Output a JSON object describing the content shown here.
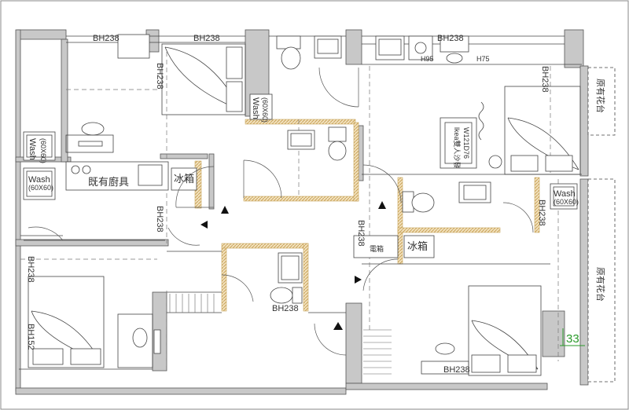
{
  "labels": {
    "bh238": "BH238",
    "bh152": "BH152",
    "h95": "H95",
    "h75": "H75",
    "wash": "Wash",
    "wash_size": "(60X60)",
    "fridge": "冰箱",
    "existing_kitchen": "既有廚具",
    "fridge_small": "電箱",
    "sofa": "lkea雙人沙發",
    "sofa_size": "W121D76",
    "window_planter": "原有花台",
    "dim_value": "33"
  },
  "colors": {
    "wall": "#c8c8c8",
    "wall_stroke": "#555555",
    "hatch": "#e6c98a",
    "line": "#444444",
    "accent_green": "#2a9a2a"
  }
}
